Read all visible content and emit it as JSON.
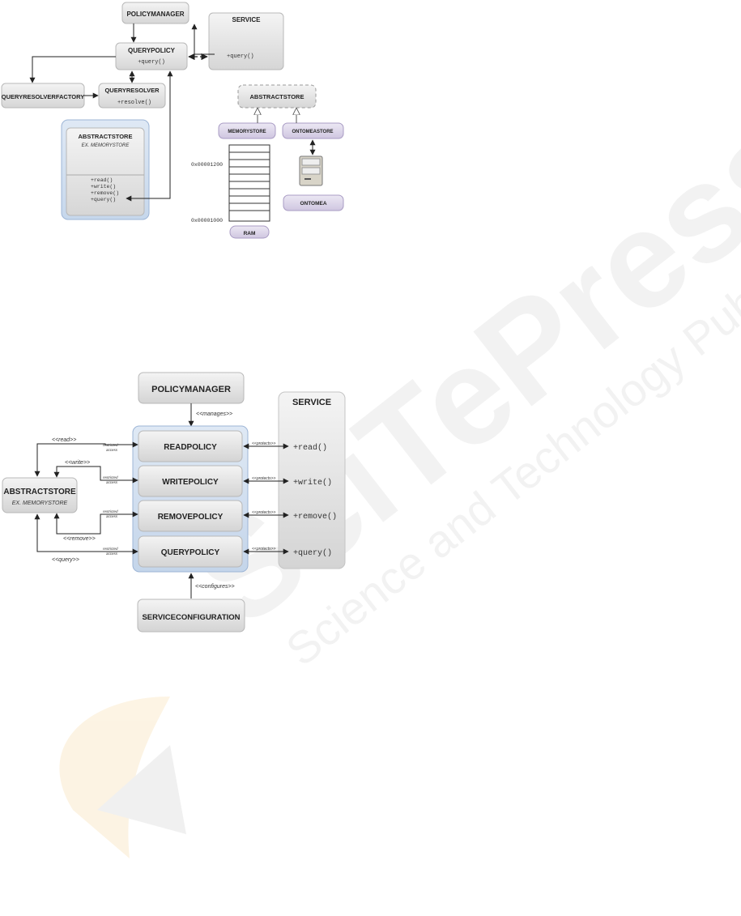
{
  "figure_top": {
    "policy_manager": "POLICYMANAGER",
    "service_title": "SERVICE",
    "service_method": "+query()",
    "query_policy_title": "QUERYPOLICY",
    "query_policy_method": "+query()",
    "query_resolver_factory": "QUERYRESOLVERFACTORY",
    "query_resolver_title": "QUERYRESOLVER",
    "query_resolver_method": "+resolve()",
    "abstract_store_title": "ABSTRACTSTORE",
    "abstract_store_sub": "EX. MEMORYSTORE",
    "abstract_store_methods": [
      "+read()",
      "+write()",
      "+remove()",
      "+query()"
    ],
    "abstract_store_right": "ABSTRACTSTORE",
    "memory_store": "MEMORYSTORE",
    "ontomea_store": "ONTOMEASTORE",
    "address_high": "0x00001200",
    "address_low": "0x00001000",
    "ram": "RAM",
    "ontomea": "ONTOMEA"
  },
  "figure_bottom": {
    "policy_manager": "POLICYMANAGER",
    "manages": "<<manages>>",
    "service_title": "SERVICE",
    "policies": [
      "READPOLICY",
      "WRITEPOLICY",
      "REMOVEPOLICY",
      "QUERYPOLICY"
    ],
    "service_methods": [
      "+read()",
      "+write()",
      "+remove()",
      "+query()"
    ],
    "protects": "<<protects>>",
    "restricted_access": [
      "restricted",
      "access"
    ],
    "abstract_store_title": "ABSTRACTSTORE",
    "abstract_store_sub": "EX. MEMORYSTORE",
    "read_label": "<<read>>",
    "write_label": "<<write>>",
    "remove_label": "<<remove>>",
    "query_label": "<<query>>",
    "configures": "<<configures>>",
    "service_configuration": "SERVICECONFIGURATION"
  },
  "watermark": {
    "line1": "SciTePress",
    "line2": "Science and Technology Publications"
  }
}
